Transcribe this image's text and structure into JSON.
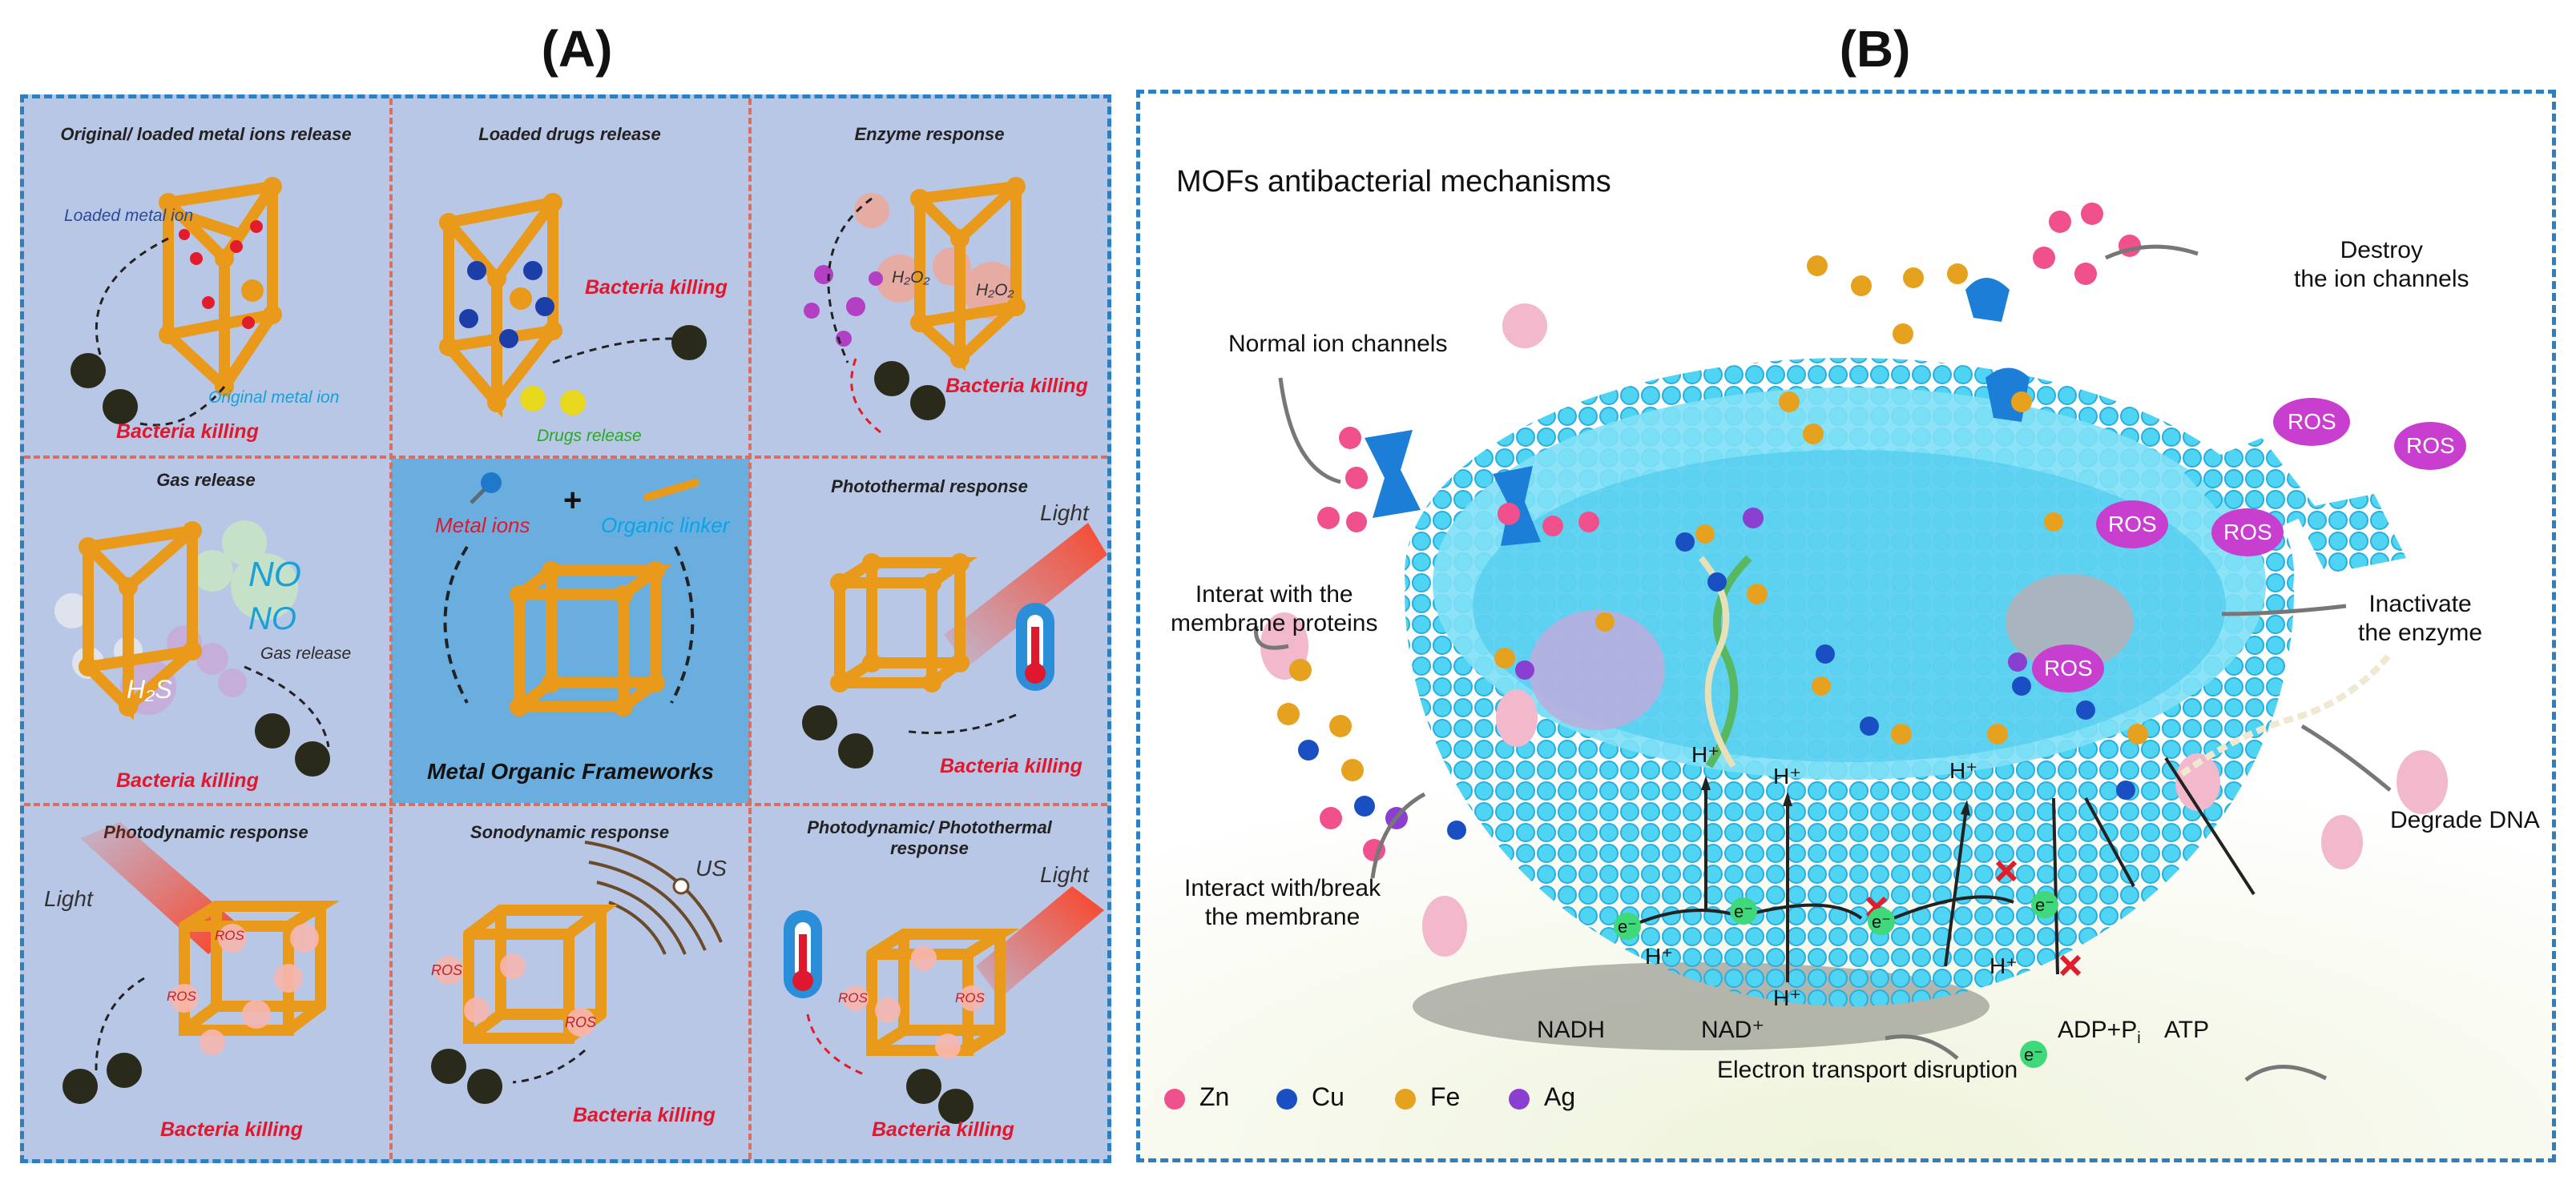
{
  "panel_a": {
    "label": "(A)",
    "cells": [
      {
        "title": "Original/ loaded metal ions release",
        "loaded_label": "Loaded metal ion",
        "original_label": "Original metal ion",
        "kill": "Bacteria killing"
      },
      {
        "title": "Loaded drugs release",
        "drugs_label": "Drugs release",
        "kill": "Bacteria killing"
      },
      {
        "title": "Enzyme response",
        "h2o2": "H₂O₂",
        "kill": "Bacteria killing"
      },
      {
        "title": "Gas release",
        "no": "NO",
        "h2s": "H₂S",
        "gas_label": "Gas release",
        "kill": "Bacteria killing"
      },
      {
        "metal_ions": "Metal ions",
        "plus": "+",
        "organic_linker": "Organic linker",
        "name": "Metal Organic Frameworks"
      },
      {
        "title": "Photothermal response",
        "light": "Light",
        "kill": "Bacteria killing"
      },
      {
        "title": "Photodynamic response",
        "light": "Light",
        "ros": "ROS",
        "kill": "Bacteria killing"
      },
      {
        "title": "Sonodynamic response",
        "us": "US",
        "ros": "ROS",
        "kill": "Bacteria killing"
      },
      {
        "title": "Photodynamic/ Photothermal response",
        "light": "Light",
        "ros": "ROS",
        "kill": "Bacteria killing"
      }
    ]
  },
  "panel_b": {
    "label": "(B)",
    "title": "MOFs antibacterial mechanisms",
    "destroy": "Destroy\nthe ion channels",
    "normal": "Normal ion channels",
    "interat": "Interat with the\nmembrane proteins",
    "inactivate": "Inactivate\nthe enzyme",
    "degrade": "Degrade DNA",
    "interact_break": "Interact with/break\nthe membrane",
    "nadh": "NADH",
    "nad": "NAD⁺",
    "adp": "ADP+P",
    "adp_sub": "i",
    "atp": "ATP",
    "etd": "Electron transport disruption",
    "ros": "ROS",
    "hplus": "H⁺",
    "eminus": "e⁻",
    "legend": [
      {
        "label": "Zn",
        "color": "#f0508c"
      },
      {
        "label": "Cu",
        "color": "#1a4fc4"
      },
      {
        "label": "Fe",
        "color": "#e6a21e"
      },
      {
        "label": "Ag",
        "color": "#8a3fd0"
      }
    ]
  },
  "colors": {
    "frame_border": "#2e7fc0",
    "grid_dash": "#d9705f",
    "panel_a_bg": "#b9c7e6",
    "center_bg": "#6aaee0",
    "framework": "#e99a1a",
    "kill_text": "#e0182d",
    "cell_blue": "#3fc8ec"
  }
}
